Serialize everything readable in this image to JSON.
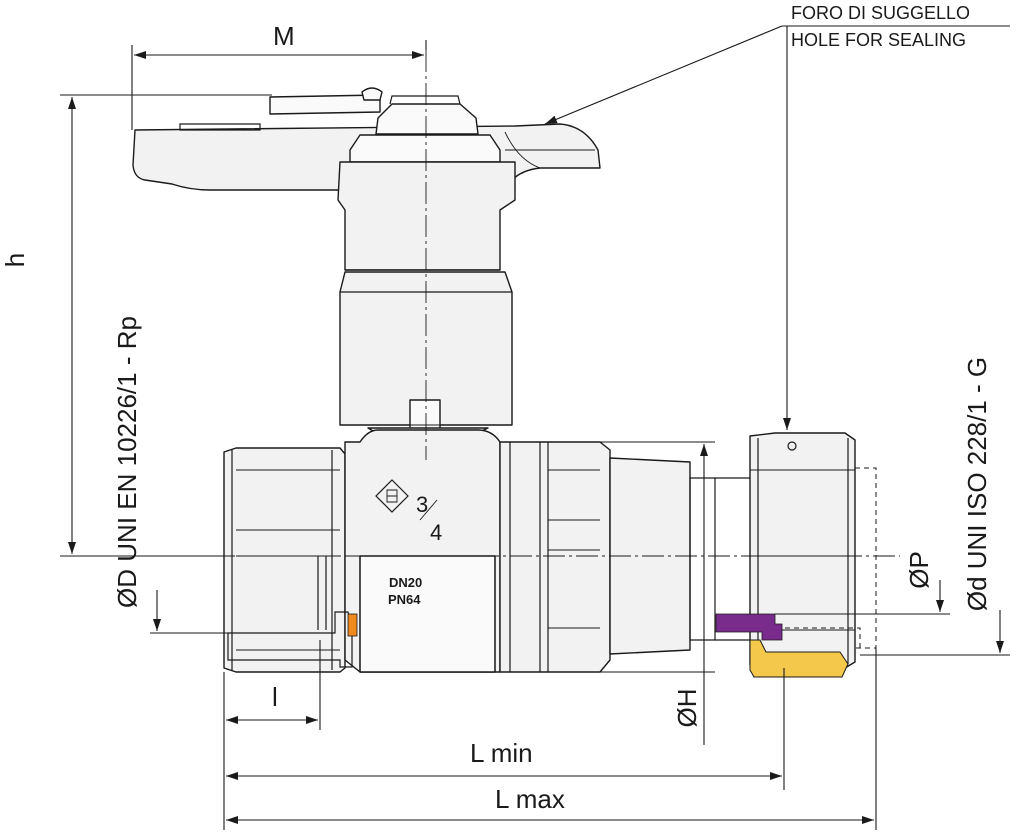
{
  "labels": {
    "sealing_it": "FORO DI SUGGELLO",
    "sealing_en": "HOLE FOR SEALING",
    "M": "M",
    "h": "h",
    "D": "ØD UNI EN 10226/1 - Rp",
    "d": "Ød UNI ISO 228/1 - G",
    "P": "ØP",
    "H": "ØH",
    "l": "l",
    "L_min": "L min",
    "L_max": "L max"
  },
  "body_marks": {
    "size_num": "3",
    "size_den": "4",
    "dn": "DN20",
    "pn": "PN64"
  },
  "colors": {
    "pipe_green": "#7dbf95",
    "marker_orange": "#f08a1c",
    "gasket_purple": "#7a2c8c",
    "ring_yellow": "#f4c84a"
  }
}
